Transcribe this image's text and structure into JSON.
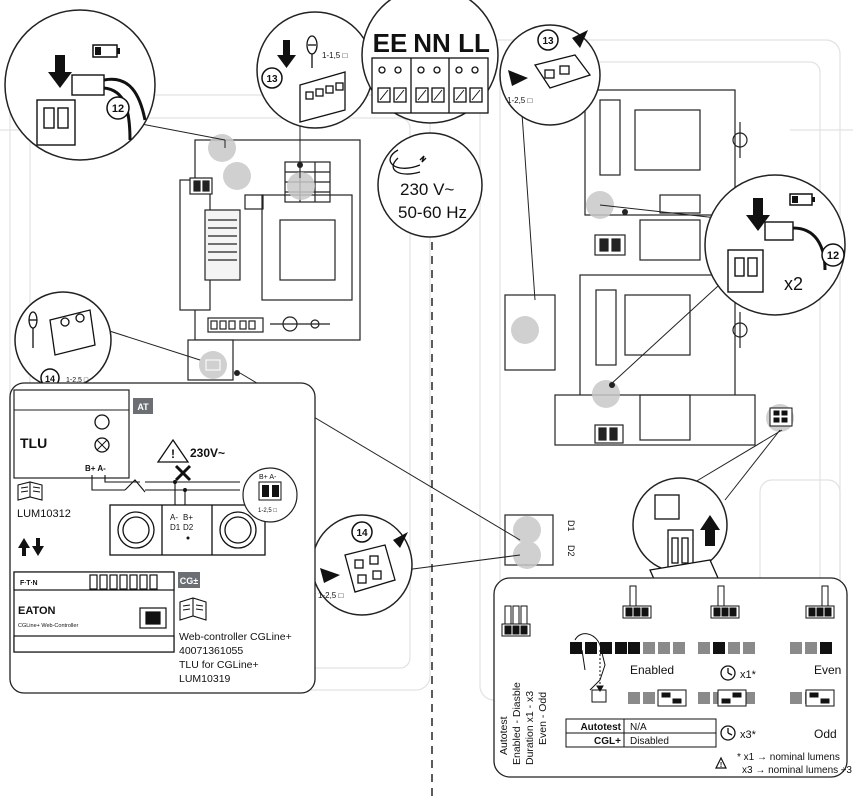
{
  "terminals": {
    "top_labels": [
      "EE",
      "NN",
      "LL"
    ],
    "voltage": "230 V~",
    "frequency": "50-60 Hz"
  },
  "steps": {
    "step12": "12",
    "step13": "13",
    "step14": "14",
    "wire_small": "1-1,5 □",
    "wire_large": "1-2,5 □"
  },
  "battery_multiplier": "x2",
  "tlu_panel": {
    "badge_at": "AT",
    "tlu_label": "TLU",
    "bus_pins": "B+  A-",
    "bus_pins_top": "B+ A-",
    "manual_ref1": "LUM10312",
    "warning_voltage": "230V~",
    "d_labels": [
      "A-",
      "B+",
      "D1",
      "D2"
    ],
    "badge_cg": "CG±",
    "controller_brand": "EATON",
    "controller_sub": "CGLine+ Web-Controller",
    "doc_line1": "Web-controller CGLine+",
    "doc_line2": "40071361055",
    "doc_line3": "TLU for CGLine+",
    "doc_line4": "LUM10319",
    "ft_n": "F∙T∙N"
  },
  "d_connector": [
    "D1",
    "D2"
  ],
  "dip_panel": {
    "vertical_labels": [
      "Autotest",
      "Enabled - Diasble",
      "Duration x1 - x3",
      "Even - Odd"
    ],
    "enabled_label": "Enabled",
    "even_label": "Even",
    "odd_label": "Odd",
    "x1_label": "x1*",
    "x3_label": "x3*",
    "table": {
      "rows": [
        {
          "label": "Autotest",
          "value": "N/A"
        },
        {
          "label": "CGL+",
          "value": "Disabled"
        }
      ]
    },
    "footnote1": "* x1 → nominal lumens",
    "footnote2": "x3 → nominal lumens ÷3"
  }
}
